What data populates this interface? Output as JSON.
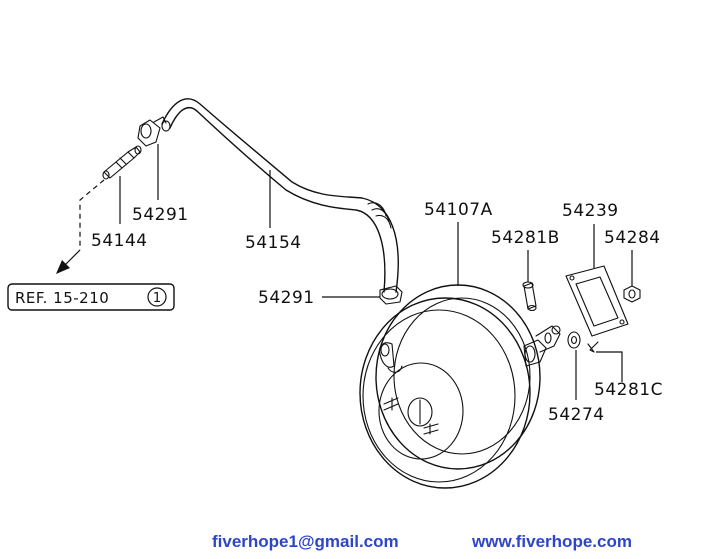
{
  "diagram": {
    "labels": {
      "p54291_top": "54291",
      "p54144": "54144",
      "p54154": "54154",
      "p54107a": "54107A",
      "p54281b": "54281B",
      "p54239": "54239",
      "p54284": "54284",
      "p54291_mid": "54291",
      "p54281c": "54281C",
      "p54274": "54274"
    },
    "reference": {
      "text": "REF. 15-210",
      "circled": "1"
    }
  },
  "footer": {
    "email": "fiverhope1@gmail.com",
    "website": "www.fiverhope.com",
    "color": "#2f45c9"
  }
}
